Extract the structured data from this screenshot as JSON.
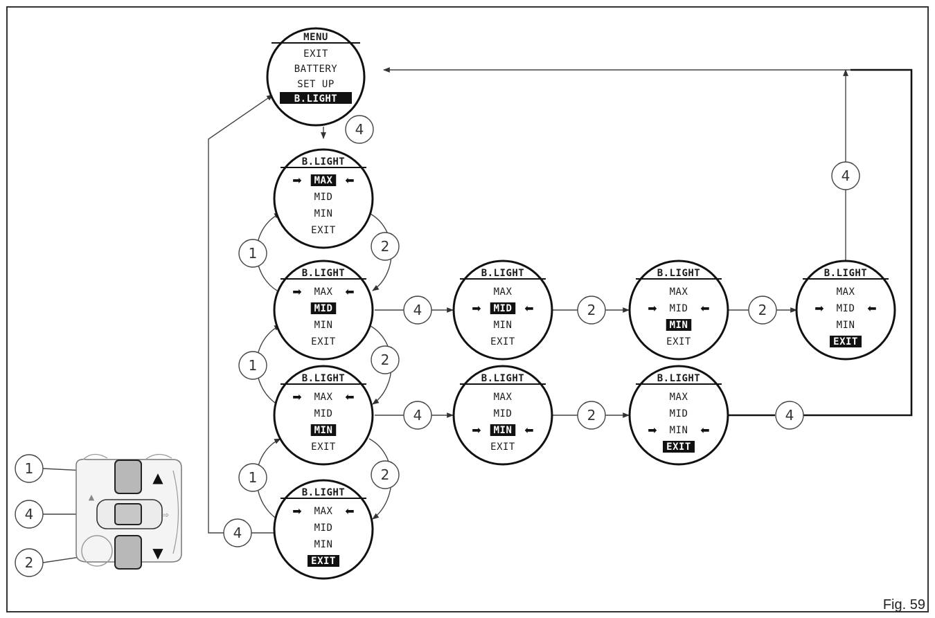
{
  "figure_label": "Fig. 59",
  "menu_screen": {
    "title": "MENU",
    "items": [
      "EXIT",
      "BATTERY",
      "SET UP",
      "B.LIGHT"
    ],
    "selected": 3
  },
  "screen_title": "B.LIGHT",
  "options": [
    "MAX",
    "MID",
    "MIN",
    "EXIT"
  ],
  "button_labels": {
    "up": "1",
    "enter": "4",
    "down": "2"
  },
  "screens": [
    {
      "id": "c1",
      "pointer": 0,
      "highlight": 0
    },
    {
      "id": "c2",
      "pointer": 0,
      "highlight": 1
    },
    {
      "id": "c3",
      "pointer": 0,
      "highlight": 2
    },
    {
      "id": "c4",
      "pointer": 0,
      "highlight": 3
    },
    {
      "id": "r1a",
      "pointer": 1,
      "highlight": 1
    },
    {
      "id": "r1b",
      "pointer": 1,
      "highlight": 2
    },
    {
      "id": "r1c",
      "pointer": 1,
      "highlight": 3
    },
    {
      "id": "r2a",
      "pointer": 2,
      "highlight": 2
    },
    {
      "id": "r2b",
      "pointer": 2,
      "highlight": 3
    }
  ]
}
